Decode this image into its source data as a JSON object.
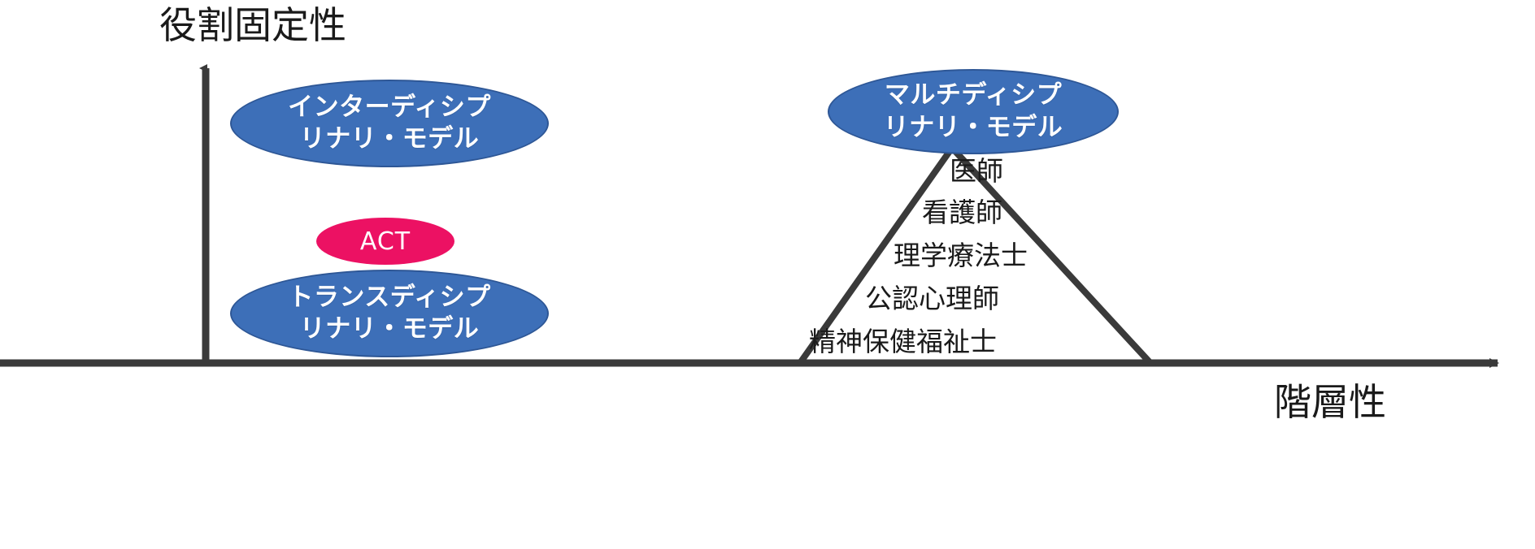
{
  "figure": {
    "background_color": "#ffffff",
    "axis_color": "#3a3a3a",
    "y_axis_label": "役割固定性",
    "x_axis_label": "階層性"
  },
  "colors": {
    "model_ellipse_fill": "#3d6fb8",
    "model_ellipse_stroke": "#2e5796",
    "act_ellipse_fill": "#ec1163",
    "ellipse_text": "#ffffff",
    "label_text": "#1a1a1a",
    "triangle_stroke": "#3a3a3a"
  },
  "nodes": {
    "interdisciplinary": {
      "line1": "インターディシプ",
      "line2": "リナリ・モデル"
    },
    "transdisciplinary": {
      "line1": "トランスディシプ",
      "line2": "リナリ・モデル"
    },
    "multidisciplinary": {
      "line1": "マルチディシプ",
      "line2": "リナリ・モデル"
    },
    "act": {
      "label": "ACT"
    }
  },
  "hierarchy_pyramid": {
    "professions": [
      {
        "label": "医師"
      },
      {
        "label": "看護師"
      },
      {
        "label": "理学療法士"
      },
      {
        "label": "公認心理師"
      },
      {
        "label": "精神保健福祉士"
      }
    ]
  },
  "chart_data": {
    "type": "scatter",
    "title": "",
    "xlabel": "階層性",
    "ylabel": "役割固定性",
    "xlim": [
      0,
      100
    ],
    "ylim": [
      0,
      100
    ],
    "grid": false,
    "legend": "none",
    "annotations": [
      {
        "text": "インターディシプリナリ・モデル",
        "x": 22,
        "y": 78,
        "shape": "ellipse",
        "color": "#3d6fb8"
      },
      {
        "text": "ACT",
        "x": 26,
        "y": 44,
        "shape": "ellipse",
        "color": "#ec1163"
      },
      {
        "text": "トランスディシプリナリ・モデル",
        "x": 22,
        "y": 26,
        "shape": "ellipse",
        "color": "#3d6fb8"
      },
      {
        "text": "マルチディシプリナリ・モデル",
        "x": 72,
        "y": 82,
        "shape": "ellipse",
        "color": "#3d6fb8"
      },
      {
        "text": "医師 / 看護師 / 理学療法士 / 公認心理師 / 精神保健福祉士",
        "x": 72,
        "y": 40,
        "shape": "triangle",
        "color": "#3a3a3a"
      }
    ]
  }
}
